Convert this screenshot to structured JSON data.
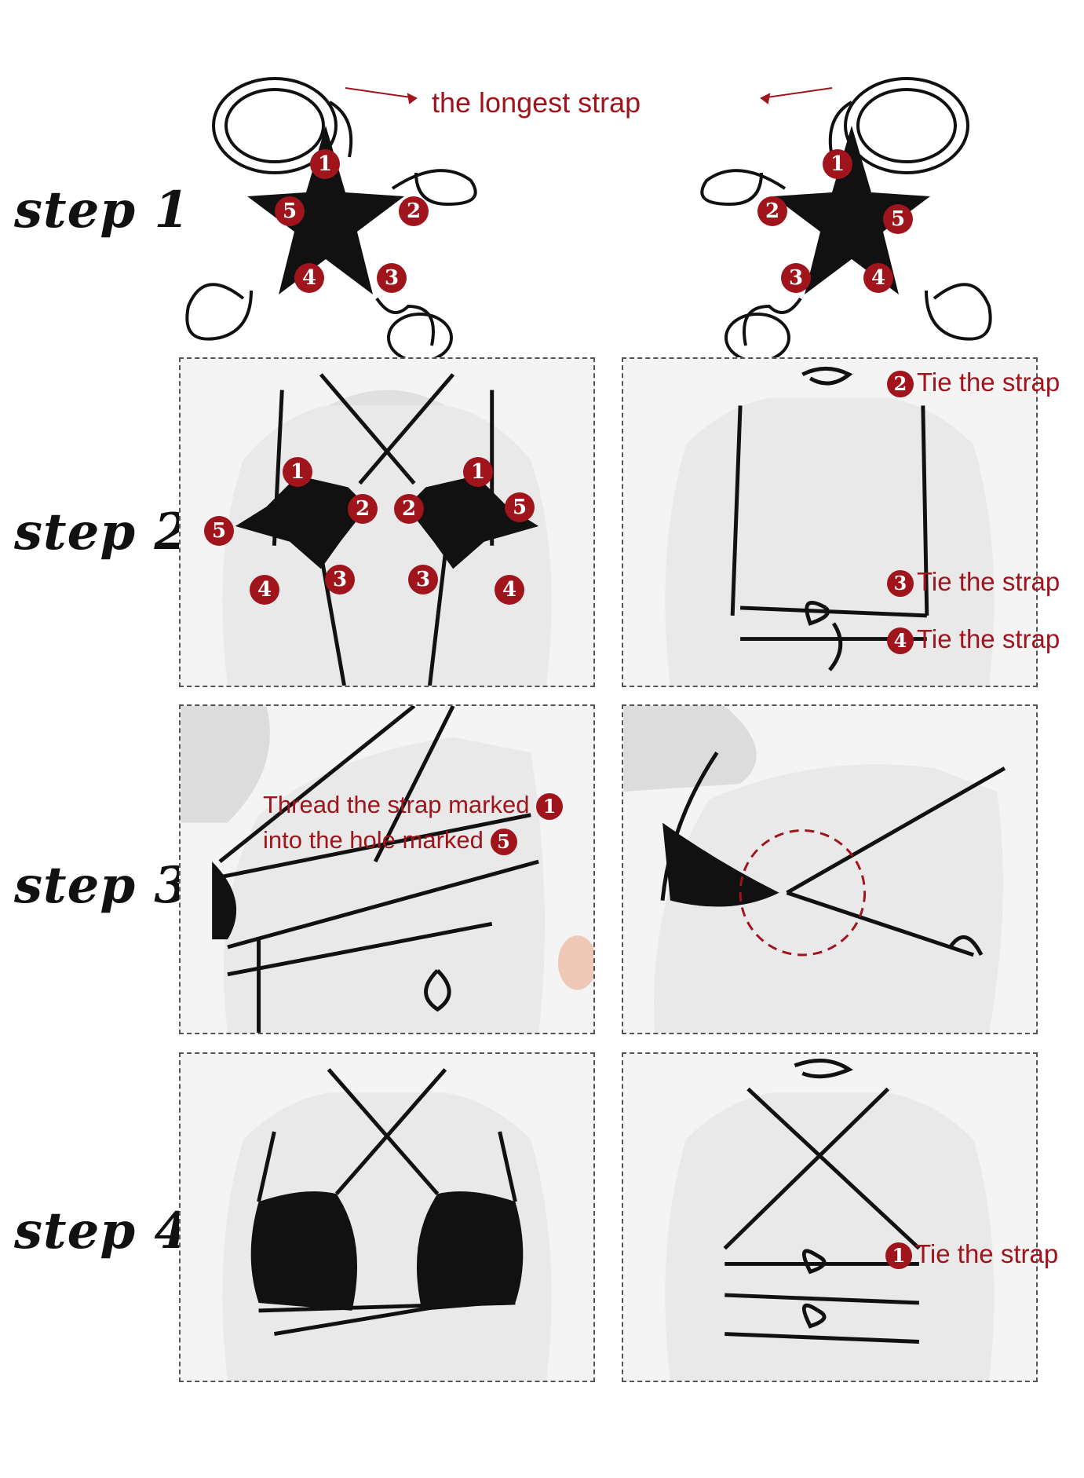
{
  "steps": {
    "s1": "step 1",
    "s2": "step 2",
    "s3": "step 3",
    "s4": "step 4"
  },
  "top": {
    "longest_strap": "the longest strap",
    "left_star_nums": [
      "1",
      "2",
      "3",
      "4",
      "5"
    ],
    "right_star_nums": [
      "1",
      "2",
      "3",
      "4",
      "5"
    ]
  },
  "step2": {
    "front_nums": [
      "1",
      "2",
      "2",
      "1",
      "5",
      "5",
      "3",
      "3",
      "4",
      "4"
    ],
    "back_notes": [
      {
        "num": "2",
        "text": "Tie the strap"
      },
      {
        "num": "3",
        "text": "Tie the strap"
      },
      {
        "num": "4",
        "text": "Tie the strap"
      }
    ]
  },
  "step3": {
    "line1": "Thread the strap marked",
    "line1_num": "1",
    "line2": "into the hole marked",
    "line2_num": "5"
  },
  "step4": {
    "note_num": "1",
    "note_text": "Tie the strap"
  },
  "colors": {
    "accent": "#a0141c",
    "garment": "#111111",
    "mannequin": "#e9e9e9"
  }
}
